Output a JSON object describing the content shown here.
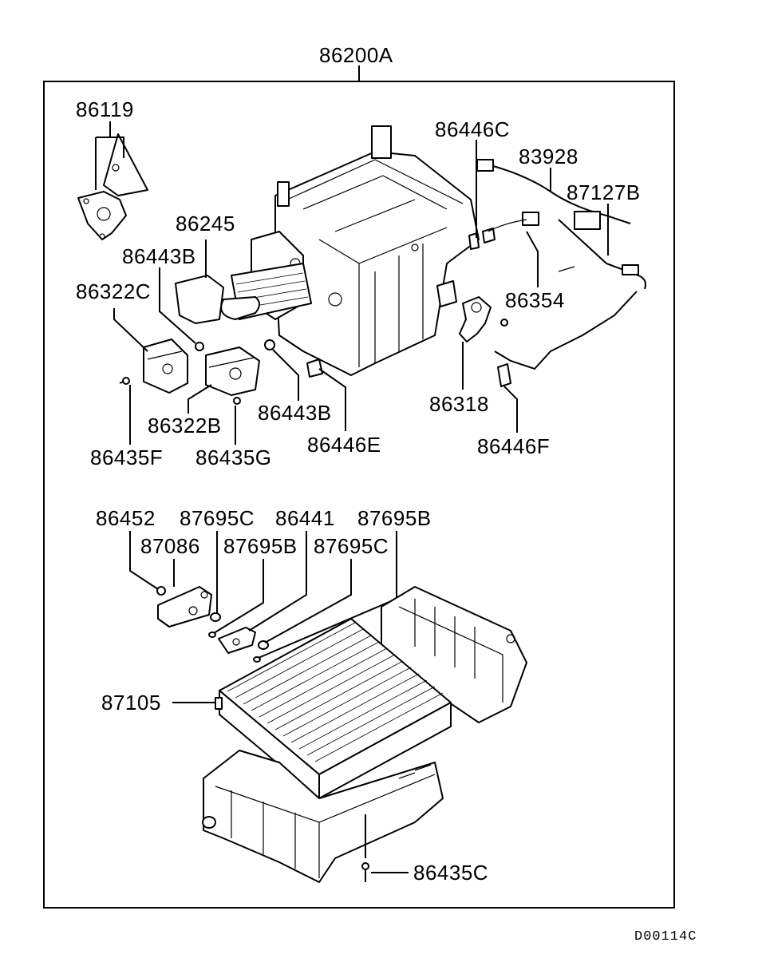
{
  "assembly": {
    "label": "86200A"
  },
  "labels": {
    "p86119": "86119",
    "p86446C": "86446C",
    "p83928": "83928",
    "p87127B": "87127B",
    "p86245": "86245",
    "p86443B_top": "86443B",
    "p86322C": "86322C",
    "p86354": "86354",
    "p86318": "86318",
    "p86322B": "86322B",
    "p86443B_bottom": "86443B",
    "p86446E": "86446E",
    "p86446F": "86446F",
    "p86435F": "86435F",
    "p86435G": "86435G",
    "p86452": "86452",
    "p87695C_top": "87695C",
    "p86441": "86441",
    "p87695B_top": "87695B",
    "p87086": "87086",
    "p87695B_mid": "87695B",
    "p87695C_mid": "87695C",
    "p87105": "87105",
    "p86435C": "86435C"
  },
  "diagram_code": "D00114C"
}
